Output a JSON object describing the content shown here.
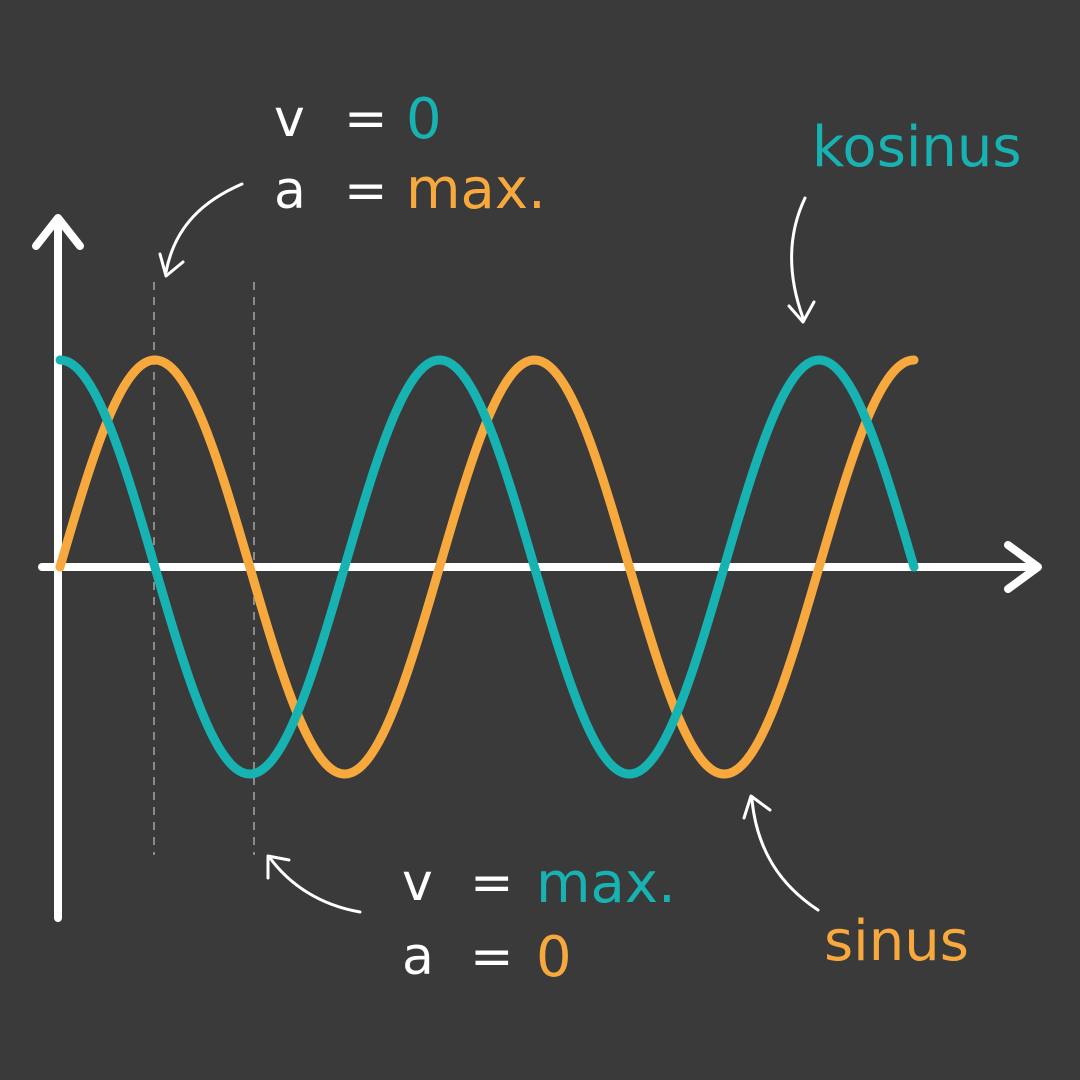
{
  "colors": {
    "background": "#3a3a3a",
    "axis": "#ffffff",
    "cosine": "#17b3b3",
    "sine": "#f8a93e",
    "guide": "#8a8a8a"
  },
  "labels": {
    "top_v_key": "v",
    "top_v_eq": "=",
    "top_v_val": "0",
    "top_a_key": "a",
    "top_a_eq": "=",
    "top_a_val": "max.",
    "bottom_v_key": "v",
    "bottom_v_eq": "=",
    "bottom_v_val": "max.",
    "bottom_a_key": "a",
    "bottom_a_eq": "=",
    "bottom_a_val": "0",
    "cosine_name": "kosinus",
    "sine_name": "sinus"
  },
  "chart_data": {
    "type": "line",
    "x_periods": 2.25,
    "series": [
      {
        "name": "kosinus",
        "function": "cos",
        "amplitude": 1,
        "phase_quarters": 0
      },
      {
        "name": "sinus",
        "function": "sin",
        "amplitude": 1,
        "phase_quarters": 0
      }
    ],
    "guides_at_quarter_periods": [
      1,
      2
    ]
  }
}
